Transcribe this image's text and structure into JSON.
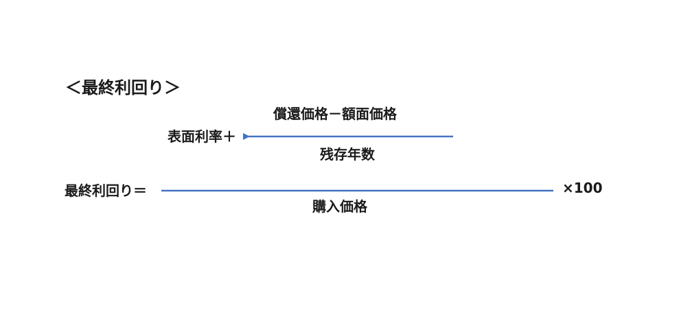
{
  "heading": "＜最終利回り＞",
  "formula": {
    "result_label": "最終利回り＝",
    "surface_rate": "表面利率＋",
    "inner_numerator": "償還価格－額面価格",
    "inner_denominator": "残存年数",
    "outer_denominator": "購入価格",
    "multiplier": "×100"
  },
  "colors": {
    "line": "#4472c4",
    "text": "#1a1a1a"
  }
}
